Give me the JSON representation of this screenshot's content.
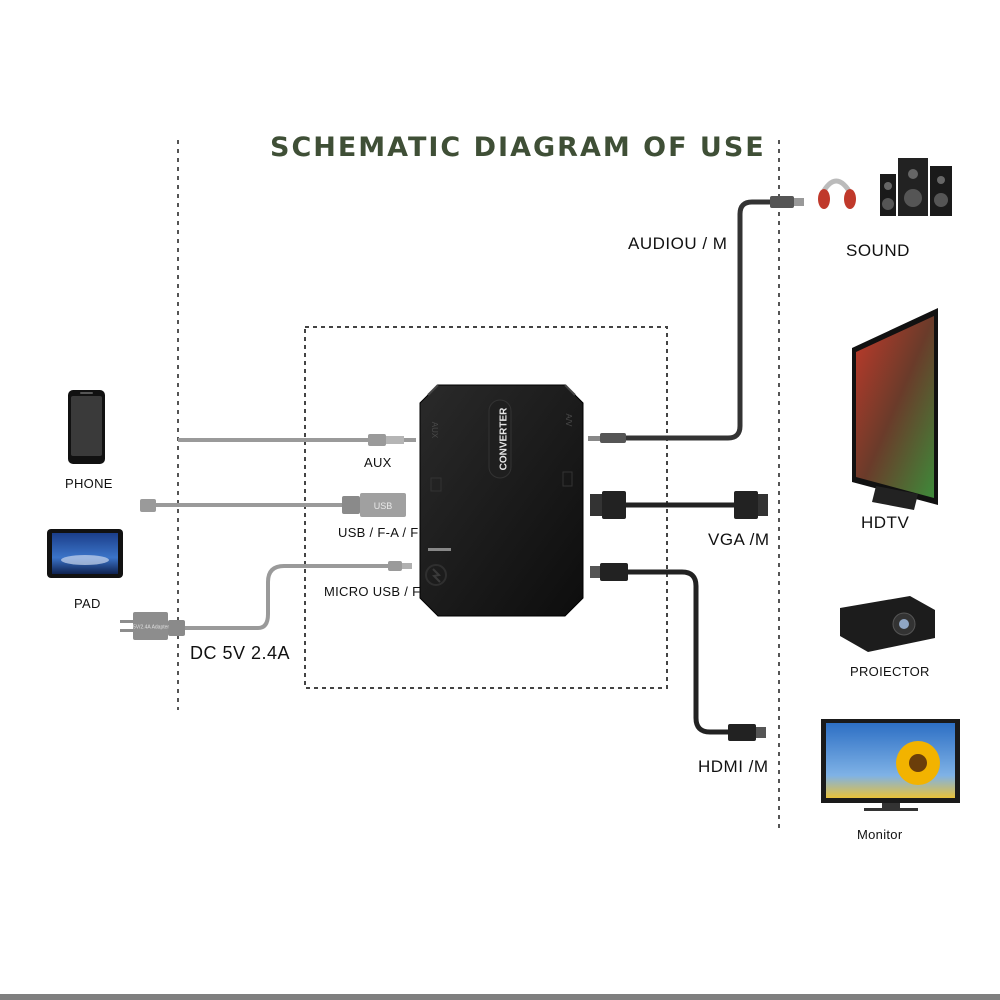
{
  "title": "SCHEMATIC DIAGRAM OF USE",
  "device_label": "CONVERTER",
  "port_labels": {
    "aux_port": "AUX",
    "av_port": "A/V"
  },
  "left_devices": {
    "phone": "PHONE",
    "pad": "PAD"
  },
  "left_ports": {
    "aux": "AUX",
    "usb": "USB / F-A / F",
    "micro_usb": "MICRO USB / F",
    "power": "DC 5V 2.4A"
  },
  "adapter_text": {
    "usb_plug": "USB",
    "adapter": "5V/2.4A Adapter"
  },
  "right_ports": {
    "audio": "AUDIOU / M",
    "vga": "VGA /M",
    "hdmi": "HDMI /M"
  },
  "right_devices": {
    "sound": "SOUND",
    "hdtv": "HDTV",
    "projector": "PROIECTOR",
    "monitor": "Monitor"
  },
  "colors": {
    "title": "#3f4f36",
    "cable_gray": "#9a9a9a",
    "cable_dark": "#2b2b2b",
    "device": "#141414"
  }
}
